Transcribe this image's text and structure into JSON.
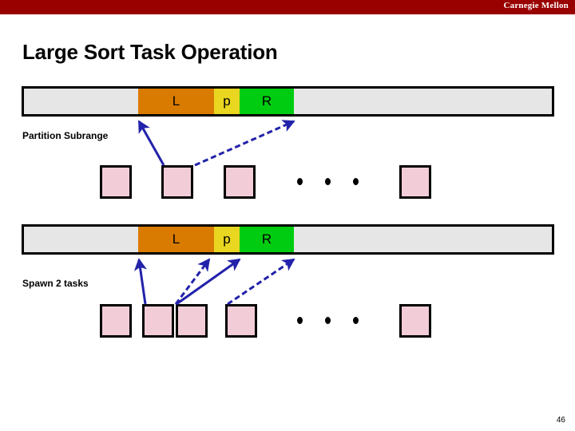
{
  "header": {
    "brand": "Carnegie Mellon",
    "brand_color": "#990000"
  },
  "title": "Large Sort Task Operation",
  "page_number": "46",
  "colors": {
    "left_partition": "#D97B00",
    "pivot": "#E8D620",
    "right_partition": "#00CC11",
    "range_background": "#e6e6e6",
    "task_box": "#f2cdd8",
    "arrow": "#2222AA",
    "outline": "#000000"
  },
  "diagram": {
    "rows": [
      {
        "id": "before-spawn",
        "label": "Partition Subrange",
        "bar": {
          "name": "sort-range-bar",
          "segments": [
            {
              "key": "L",
              "label": "L",
              "meaning": "left-partition"
            },
            {
              "key": "p",
              "label": "p",
              "meaning": "pivot"
            },
            {
              "key": "R",
              "label": "R",
              "meaning": "right-partition"
            }
          ]
        },
        "tasks": [
          {
            "label": "",
            "kind": "task"
          },
          {
            "label": "",
            "kind": "task"
          },
          {
            "label": "",
            "kind": "task"
          },
          {
            "label": "",
            "kind": "task"
          }
        ],
        "ellipsis": "• • •",
        "arrow_count": 2
      },
      {
        "id": "after-spawn",
        "label": "Spawn 2 tasks",
        "bar": {
          "name": "sort-range-bar",
          "segments": [
            {
              "key": "L",
              "label": "L",
              "meaning": "left-partition"
            },
            {
              "key": "p",
              "label": "p",
              "meaning": "pivot"
            },
            {
              "key": "R",
              "label": "R",
              "meaning": "right-partition"
            }
          ]
        },
        "tasks": [
          {
            "label": "",
            "kind": "task"
          },
          {
            "label": "",
            "kind": "task"
          },
          {
            "label": "",
            "kind": "task"
          },
          {
            "label": "",
            "kind": "task"
          },
          {
            "label": "",
            "kind": "task"
          }
        ],
        "ellipsis": "• • •",
        "arrow_count": 4
      }
    ]
  }
}
